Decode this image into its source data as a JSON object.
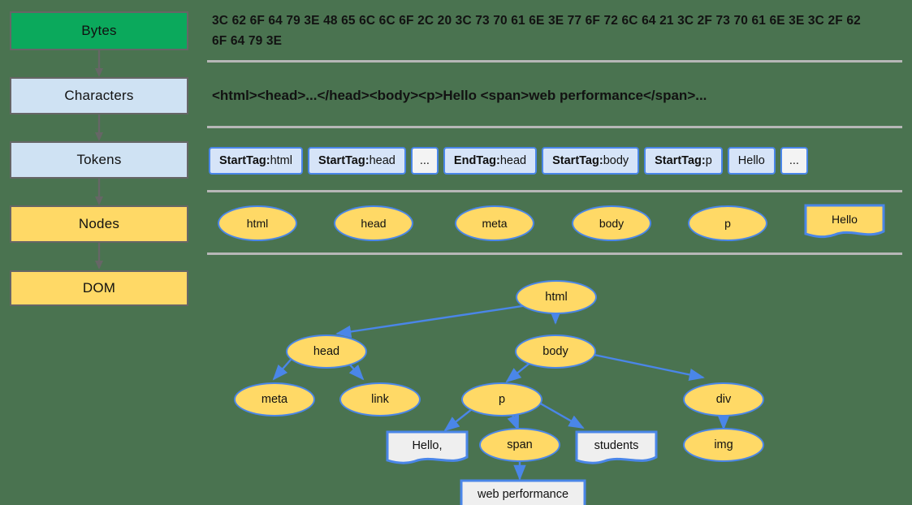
{
  "colors": {
    "background": "#4a7350",
    "stage_green": "#0ba95c",
    "stage_blue": "#cfe2f3",
    "stage_yellow": "#ffd966",
    "node_border": "#4a86e8",
    "token_fill": "#d6e4f8",
    "text_node_fill": "#efefef",
    "divider": "#b7b7b7",
    "arrow_gray": "#666666"
  },
  "pipeline": {
    "stages": [
      {
        "label": "Bytes",
        "style": "green"
      },
      {
        "label": "Characters",
        "style": "blue"
      },
      {
        "label": "Tokens",
        "style": "blue"
      },
      {
        "label": "Nodes",
        "style": "yellow"
      },
      {
        "label": "DOM",
        "style": "yellow"
      }
    ]
  },
  "bytes_row": {
    "text": "3C 62 6F 64 79 3E 48 65 6C 6C 6F 2C 20 3C 73 70 61 6E 3E 77 6F 72 6C 64 21 3C 2F 73 70 61 6E 3E 3C 2F 62 6F 64 79 3E"
  },
  "characters_row": {
    "text": "<html><head>...</head><body><p>Hello <span>web performance</span>..."
  },
  "tokens_row": {
    "tokens": [
      {
        "bold": "StartTag:",
        "rest": " html",
        "kind": "tag"
      },
      {
        "bold": "StartTag:",
        "rest": " head",
        "kind": "tag"
      },
      {
        "bold": "",
        "rest": "...",
        "kind": "ellipsis"
      },
      {
        "bold": "EndTag:",
        "rest": " head",
        "kind": "tag"
      },
      {
        "bold": "StartTag:",
        "rest": " body",
        "kind": "tag"
      },
      {
        "bold": "StartTag:",
        "rest": " p",
        "kind": "tag"
      },
      {
        "bold": "",
        "rest": "Hello",
        "kind": "plain"
      },
      {
        "bold": "",
        "rest": "...",
        "kind": "ellipsis"
      }
    ]
  },
  "nodes_row": {
    "nodes": [
      {
        "label": "html",
        "shape": "ellipse"
      },
      {
        "label": "head",
        "shape": "ellipse"
      },
      {
        "label": "meta",
        "shape": "ellipse"
      },
      {
        "label": "body",
        "shape": "ellipse"
      },
      {
        "label": "p",
        "shape": "ellipse"
      },
      {
        "label": "Hello",
        "shape": "document"
      }
    ]
  },
  "dom_tree": {
    "nodes": [
      {
        "id": "html",
        "label": "html",
        "shape": "ellipse"
      },
      {
        "id": "head",
        "label": "head",
        "shape": "ellipse"
      },
      {
        "id": "body",
        "label": "body",
        "shape": "ellipse"
      },
      {
        "id": "meta",
        "label": "meta",
        "shape": "ellipse"
      },
      {
        "id": "link",
        "label": "link",
        "shape": "ellipse"
      },
      {
        "id": "p",
        "label": "p",
        "shape": "ellipse"
      },
      {
        "id": "div",
        "label": "div",
        "shape": "ellipse"
      },
      {
        "id": "hello",
        "label": "Hello,",
        "shape": "document"
      },
      {
        "id": "span",
        "label": "span",
        "shape": "ellipse"
      },
      {
        "id": "students",
        "label": "students",
        "shape": "document"
      },
      {
        "id": "img",
        "label": "img",
        "shape": "ellipse"
      },
      {
        "id": "web-performance",
        "label": "web performance",
        "shape": "document"
      }
    ],
    "edges": [
      {
        "from": "html",
        "to": "head"
      },
      {
        "from": "html",
        "to": "body"
      },
      {
        "from": "head",
        "to": "meta"
      },
      {
        "from": "head",
        "to": "link"
      },
      {
        "from": "body",
        "to": "p"
      },
      {
        "from": "body",
        "to": "div"
      },
      {
        "from": "p",
        "to": "hello"
      },
      {
        "from": "p",
        "to": "span"
      },
      {
        "from": "p",
        "to": "students"
      },
      {
        "from": "div",
        "to": "img"
      },
      {
        "from": "span",
        "to": "web-performance"
      }
    ]
  }
}
